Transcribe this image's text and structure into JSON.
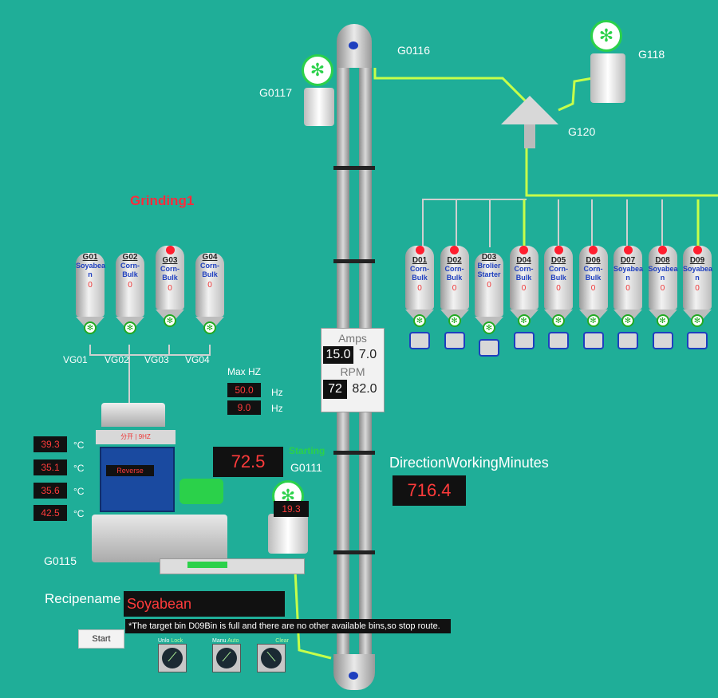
{
  "grinding": {
    "title": "Grinding1",
    "bins": [
      {
        "code": "G01",
        "name": "Soyabea n",
        "count": "0",
        "dot": false
      },
      {
        "code": "G02",
        "name": "Corn- Bulk",
        "count": "0",
        "dot": false
      },
      {
        "code": "G03",
        "name": "Corn- Bulk",
        "count": "0",
        "dot": true
      },
      {
        "code": "G04",
        "name": "Corn- Bulk",
        "count": "0",
        "dot": false
      }
    ],
    "valves": [
      "VG01",
      "VG02",
      "VG03",
      "VG04"
    ],
    "max_hz_label": "Max HZ",
    "hz_values": [
      "50.0",
      "9.0"
    ],
    "hz_unit": "Hz",
    "freq_readout": "72.5",
    "hammer_label": "分开 | 9HZ",
    "reverse_label": "Reverse",
    "temps": [
      "39.3",
      "35.1",
      "35.6",
      "42.5"
    ],
    "temp_unit": "°C",
    "machine_label": "G0115"
  },
  "elevator": {
    "head_label": "G0116",
    "amps_title": "Amps",
    "amps_set": "15.0",
    "amps_val": "7.0",
    "rpm_title": "RPM",
    "rpm_set": "72",
    "rpm_val": "82.0",
    "status": "Starting",
    "fan_label": "G0111",
    "fan_value": "19.3"
  },
  "fans": {
    "left": "G0117",
    "right": "G118",
    "distributor": "G120"
  },
  "direction": {
    "label": "DirectionWorkingMinutes",
    "value": "716.4"
  },
  "dest_bins": [
    {
      "code": "D01",
      "name": "Corn- Bulk",
      "count": "0",
      "dot": true
    },
    {
      "code": "D02",
      "name": "Corn- Bulk",
      "count": "0",
      "dot": true
    },
    {
      "code": "D03",
      "name": "Brolier Starter",
      "count": "0",
      "dot": false
    },
    {
      "code": "D04",
      "name": "Corn- Bulk",
      "count": "0",
      "dot": true
    },
    {
      "code": "D05",
      "name": "Corn- Bulk",
      "count": "0",
      "dot": true
    },
    {
      "code": "D06",
      "name": "Corn- Bulk",
      "count": "0",
      "dot": true
    },
    {
      "code": "D07",
      "name": "Soyabea n",
      "count": "0",
      "dot": true
    },
    {
      "code": "D08",
      "name": "Soyabea n",
      "count": "0",
      "dot": true
    },
    {
      "code": "D09",
      "name": "Soyabea n",
      "count": "0",
      "dot": true
    }
  ],
  "recipe": {
    "label": "Recipename",
    "value": "Soyabean",
    "message": "*The target bin D09Bin is full and there are no other available bins,so stop route."
  },
  "controls": {
    "start": "Start",
    "unlock": "Unlo",
    "unlock_sub": "Lock",
    "manual": "Manu",
    "manual_sub": "Auto",
    "clear_sub": "Clear"
  }
}
